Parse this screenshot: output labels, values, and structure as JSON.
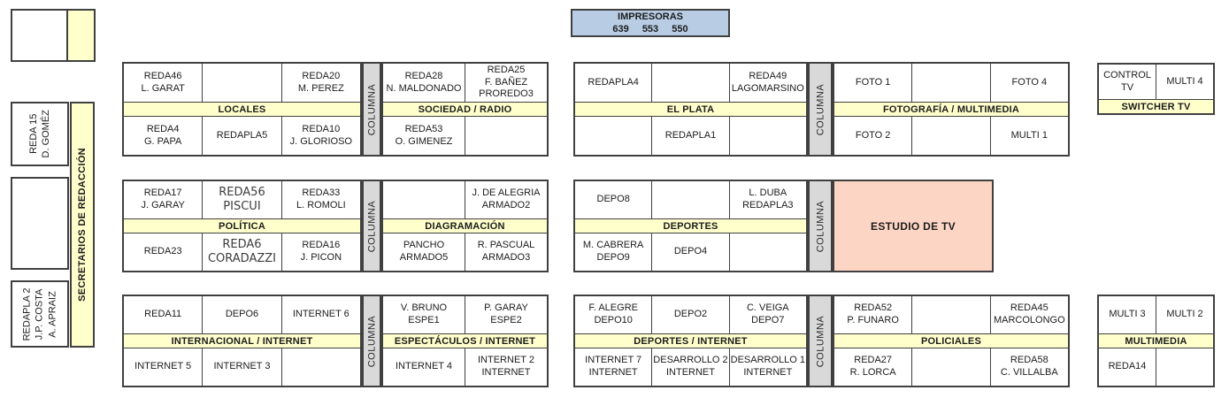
{
  "printers": {
    "title": "IMPRESORAS",
    "numbers": "639 553 550"
  },
  "left_column": {
    "secretaries_label": "SECRETARIOS DE REDACCIÓN",
    "desk_top": "REDA 15\nD. GOMÉZ",
    "desk_bottom": "REDAPLA 2\nJ.P. COSTA\nA. APRAIZ"
  },
  "columna_label": "COLUMNA",
  "studio_label": "ESTUDIO DE TV",
  "colors": {
    "header_bg": "#ffffcc",
    "pillar_bg": "#d9d9d9",
    "printers_bg": "#b8cce4",
    "studio_bg": "#fcd5c4",
    "border": "#404040"
  },
  "blocks": {
    "locales": {
      "header": "LOCALES",
      "cells": [
        "REDA46\nL. GARAT",
        "",
        "REDA20\nM. PEREZ",
        "REDA4\nG. PAPA",
        "REDAPLA5",
        "REDA10\nJ. GLORIOSO"
      ]
    },
    "sociedad": {
      "header": "SOCIEDAD / RADIO",
      "cells": [
        "REDA28\nN. MALDONADO",
        "REDA25\nF. BAÑEZ\nPROREDO3",
        "REDA53\nO. GIMENEZ",
        ""
      ]
    },
    "elplata": {
      "header": "EL PLATA",
      "cells": [
        "REDAPLA4",
        "",
        "REDA49\nLAGOMARSINO",
        "",
        "REDAPLA1",
        ""
      ]
    },
    "foto": {
      "header": "FOTOGRAFÍA / MULTIMEDIA",
      "cells": [
        "FOTO 1",
        "",
        "FOTO 4",
        "FOTO 2",
        "",
        "MULTI 1"
      ]
    },
    "switcher": {
      "header": "SWITCHER TV",
      "cells": [
        "CONTROL TV",
        "MULTI 4"
      ]
    },
    "politica": {
      "header": "POLÍTICA",
      "cells": [
        "REDA17\nJ. GARAY",
        "REDA56\nPISCUI",
        "REDA33\nL. ROMOLI",
        "REDA23",
        "REDA6\nCORADAZZI",
        "REDA16\nJ. PICON"
      ]
    },
    "diagramacion": {
      "header": "DIAGRAMACIÓN",
      "cells": [
        "",
        "J. DE ALEGRIA\nARMADO2",
        "PANCHO\nARMADO5",
        "R. PASCUAL\nARMADO3"
      ]
    },
    "deportes": {
      "header": "DEPORTES",
      "cells": [
        "DEPO8",
        "",
        "L. DUBA\nREDAPLA3",
        "M. CABRERA\nDEPO9",
        "DEPO4",
        ""
      ]
    },
    "internacional": {
      "header": "INTERNACIONAL / INTERNET",
      "cells": [
        "REDA11",
        "DEPO6",
        "INTERNET 6",
        "INTERNET 5",
        "INTERNET 3",
        ""
      ]
    },
    "espectaculos": {
      "header": "ESPECTÁCULOS / INTERNET",
      "cells": [
        "V. BRUNO\nESPE1",
        "P. GARAY\nESPE2",
        "INTERNET 4",
        "INTERNET 2\nINTERNET"
      ]
    },
    "deportes_internet": {
      "header": "DEPORTES / INTERNET",
      "cells": [
        "F. ALEGRE\nDEPO10",
        "DEPO2",
        "C. VEIGA\nDEPO7",
        "INTERNET 7\nINTERNET",
        "DESARROLLO 2\nINTERNET",
        "DESARROLLO 1\nINTERNET"
      ]
    },
    "policiales": {
      "header": "POLICIALES",
      "cells": [
        "REDA52\nP. FUNARO",
        "",
        "REDA45\nMARCOLONGO",
        "REDA27\nR. LORCA",
        "",
        "REDA58\nC. VILLALBA"
      ]
    },
    "multimedia": {
      "header": "MULTIMEDIA",
      "cells": [
        "MULTI 3",
        "MULTI 2",
        "REDA14",
        ""
      ]
    }
  }
}
